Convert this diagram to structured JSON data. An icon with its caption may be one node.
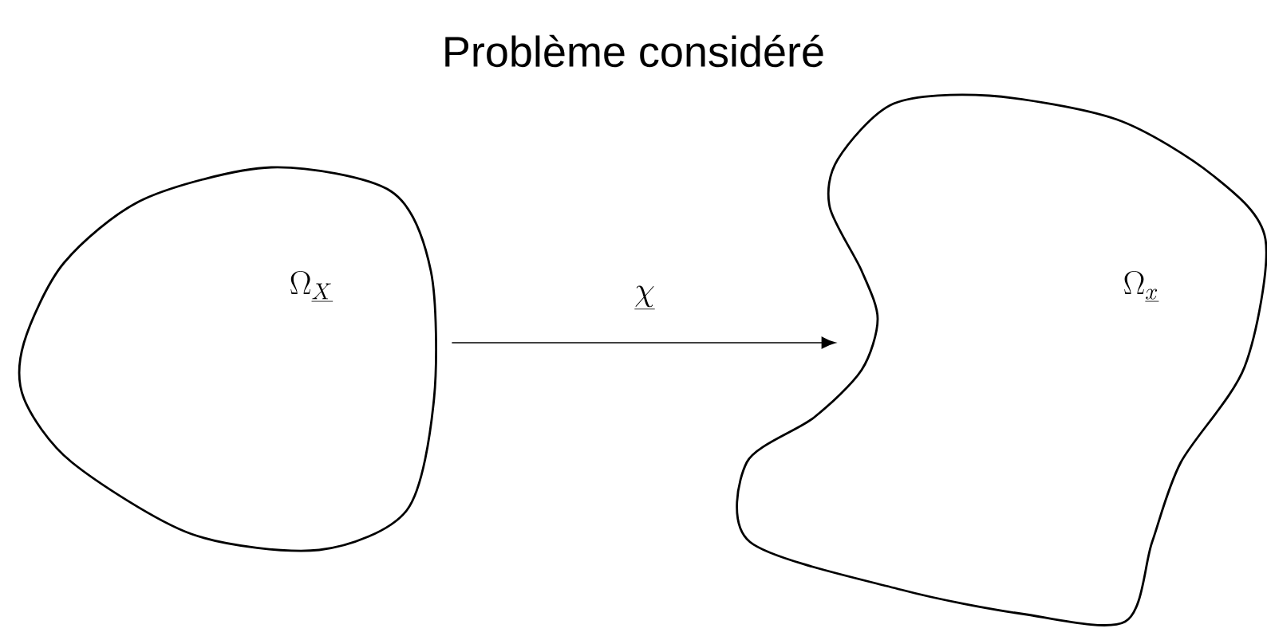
{
  "diagram": {
    "title": "Problème considéré",
    "nodes": [
      {
        "text": [
          "\\Omega_{\\underline{X}}"
        ]
      },
      {
        "text": [
          "\\Omega_{\\underline{x}}"
        ]
      }
    ],
    "edges": [
      {
        "from": 0,
        "to": 1,
        "arrow": "to",
        "label": "\\underline{\\chi}"
      }
    ]
  }
}
